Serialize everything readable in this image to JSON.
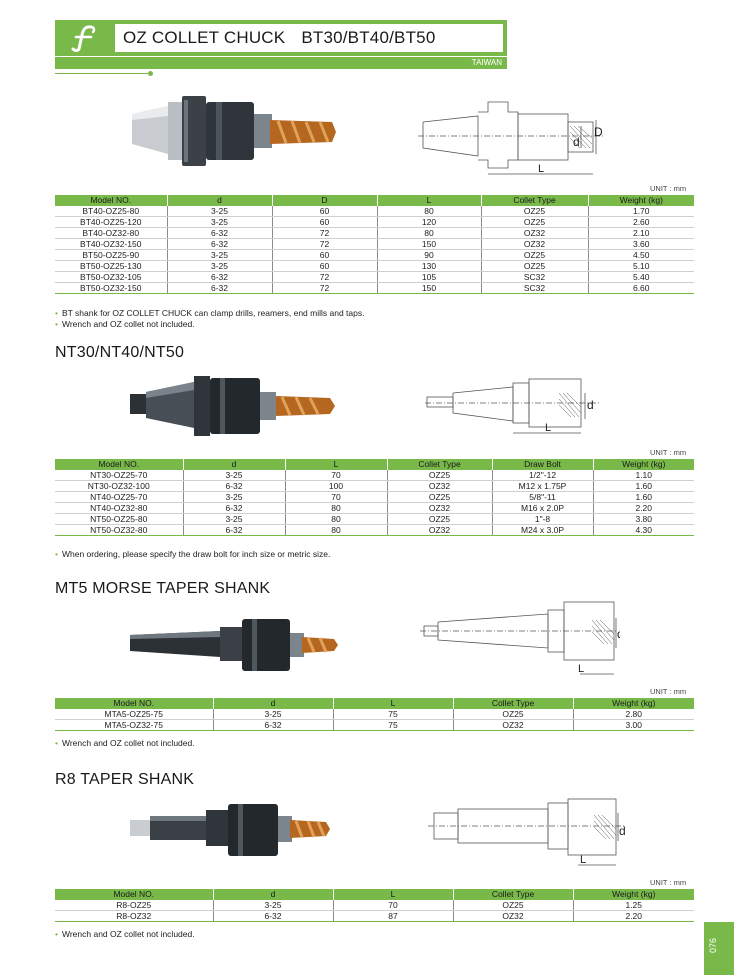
{
  "header": {
    "title": "OZ COLLET CHUCK",
    "models": "BT30/BT40/BT50",
    "country": "TAIWAN",
    "logo_icon": "script-f-logo-icon"
  },
  "colors": {
    "accent": "#79b94a"
  },
  "sections": {
    "bt": {
      "unit": "UNIT : mm",
      "drawing_labels": {
        "D": "D",
        "d": "d",
        "L": "L"
      },
      "columns": [
        "Model NO.",
        "d",
        "D",
        "L",
        "Collet Type",
        "Weight (kg)"
      ],
      "rows": [
        [
          "BT40-OZ25-80",
          "3-25",
          "60",
          "80",
          "OZ25",
          "1.70"
        ],
        [
          "BT40-OZ25-120",
          "3-25",
          "60",
          "120",
          "OZ25",
          "2.60"
        ],
        [
          "BT40-OZ32-80",
          "6-32",
          "72",
          "80",
          "OZ32",
          "2.10"
        ],
        [
          "BT40-OZ32-150",
          "6-32",
          "72",
          "150",
          "OZ32",
          "3.60"
        ],
        [
          "BT50-OZ25-90",
          "3-25",
          "60",
          "90",
          "OZ25",
          "4.50"
        ],
        [
          "BT50-OZ25-130",
          "3-25",
          "60",
          "130",
          "OZ25",
          "5.10"
        ],
        [
          "BT50-OZ32-105",
          "6-32",
          "72",
          "105",
          "SC32",
          "5.40"
        ],
        [
          "BT50-OZ32-150",
          "6-32",
          "72",
          "150",
          "SC32",
          "6.60"
        ]
      ],
      "notes": [
        "BT shank for OZ COLLET CHUCK can clamp drills, reamers, end mills and taps.",
        "Wrench and OZ collet not included."
      ]
    },
    "nt": {
      "title": "NT30/NT40/NT50",
      "unit": "UNIT : mm",
      "drawing_labels": {
        "d": "d",
        "L": "L"
      },
      "columns": [
        "Model NO.",
        "d",
        "L",
        "Collet Type",
        "Draw Bolt",
        "Weight (kg)"
      ],
      "rows": [
        [
          "NT30-OZ25-70",
          "3-25",
          "70",
          "OZ25",
          "1/2\"-12",
          "1.10"
        ],
        [
          "NT30-OZ32-100",
          "6-32",
          "100",
          "OZ32",
          "M12 x 1.75P",
          "1.60"
        ],
        [
          "NT40-OZ25-70",
          "3-25",
          "70",
          "OZ25",
          "5/8\"-11",
          "1.60"
        ],
        [
          "NT40-OZ32-80",
          "6-32",
          "80",
          "OZ32",
          "M16 x 2.0P",
          "2.20"
        ],
        [
          "NT50-OZ25-80",
          "3-25",
          "80",
          "OZ25",
          "1\"-8",
          "3.80"
        ],
        [
          "NT50-OZ32-80",
          "6-32",
          "80",
          "OZ32",
          "M24 x 3.0P",
          "4.30"
        ]
      ],
      "notes": [
        "When ordering, please specify the draw bolt for inch size or metric size."
      ]
    },
    "mt": {
      "title": "MT5 MORSE TAPER SHANK",
      "unit": "UNIT : mm",
      "drawing_labels": {
        "d": "d",
        "L": "L"
      },
      "columns": [
        "Model NO.",
        "d",
        "L",
        "Collet Type",
        "Weight (kg)"
      ],
      "rows": [
        [
          "MTA5-OZ25-75",
          "3-25",
          "75",
          "OZ25",
          "2.80"
        ],
        [
          "MTA5-OZ32-75",
          "6-32",
          "75",
          "OZ32",
          "3.00"
        ]
      ],
      "notes": [
        "Wrench and OZ collet not included."
      ]
    },
    "r8": {
      "title": "R8 TAPER SHANK",
      "unit": "UNIT : mm",
      "drawing_labels": {
        "d": "d",
        "L": "L"
      },
      "columns": [
        "Model NO.",
        "d",
        "L",
        "Collet Type",
        "Weight (kg)"
      ],
      "rows": [
        [
          "R8-OZ25",
          "3-25",
          "70",
          "OZ25",
          "1.25"
        ],
        [
          "R8-OZ32",
          "6-32",
          "87",
          "OZ32",
          "2.20"
        ]
      ],
      "notes": [
        "Wrench and OZ collet not included."
      ]
    }
  },
  "page_number": "076"
}
